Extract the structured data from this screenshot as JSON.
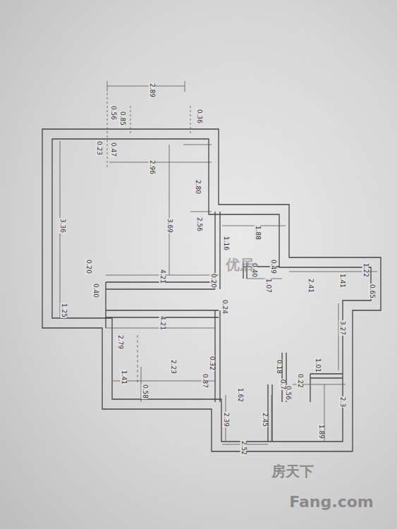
{
  "diagram": {
    "labels": [
      "2.89",
      "0.56",
      "0.85",
      "0.36",
      "0.23",
      "0.47",
      "2.96",
      "2.80",
      "2.56",
      "3.69",
      "3.36",
      "1.25",
      "0.40",
      "0.20",
      "4.21",
      "4.21",
      "0.24",
      "1.16",
      "1.88",
      "0.49",
      "1.07",
      "0.40",
      "0.20",
      "2.41",
      "1.41",
      "1.22",
      "0.65",
      "3.27",
      "1.01",
      "0.22",
      "0.56",
      "2.3",
      "1.89",
      "2.79",
      "1.41",
      "2.23",
      "0.32",
      "0.87",
      "0.58",
      "0.18",
      "0.7",
      "1.62",
      "2.39",
      "2.45",
      "2.52",
      "优居",
      "房天下",
      "Fang.com"
    ]
  }
}
